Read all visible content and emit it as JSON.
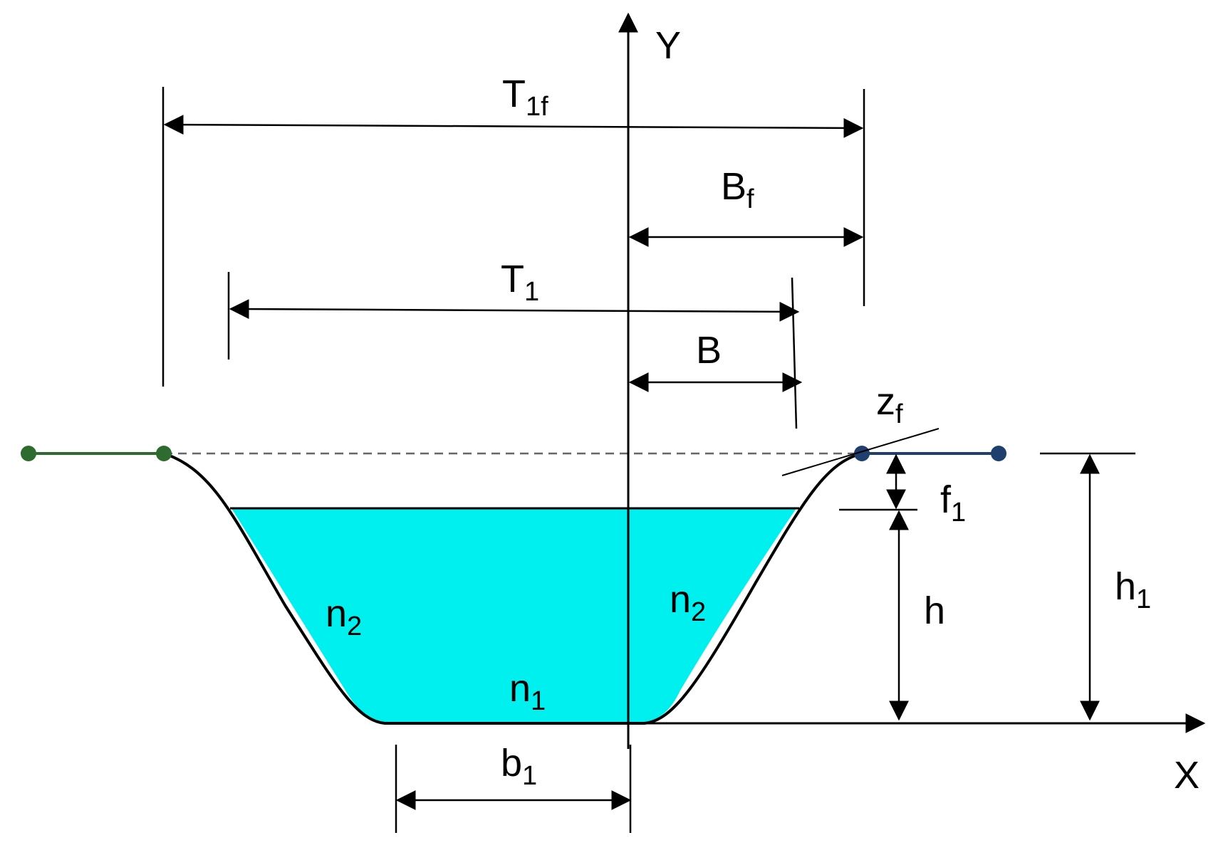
{
  "colors": {
    "water": "#00F0F0",
    "line": "#000000",
    "left_floodplain": "#2E6B2E",
    "right_floodplain": "#1F3F6E",
    "dashed_level": "#666666"
  },
  "labels": {
    "y_axis": "Y",
    "x_axis": "X",
    "T1f": {
      "main": "T",
      "sub": "1f"
    },
    "Bf": {
      "main": "B",
      "sub": "f"
    },
    "T1": {
      "main": "T",
      "sub": "1"
    },
    "B": {
      "main": "B",
      "sub": ""
    },
    "zf": {
      "main": "z",
      "sub": "f"
    },
    "f1": {
      "main": "f",
      "sub": "1"
    },
    "h": {
      "main": "h",
      "sub": ""
    },
    "h1": {
      "main": "h",
      "sub": "1"
    },
    "n2_left": {
      "main": "n",
      "sub": "2"
    },
    "n2_right": {
      "main": "n",
      "sub": "2"
    },
    "n1": {
      "main": "n",
      "sub": "1"
    },
    "b1": {
      "main": "b",
      "sub": "1"
    }
  }
}
